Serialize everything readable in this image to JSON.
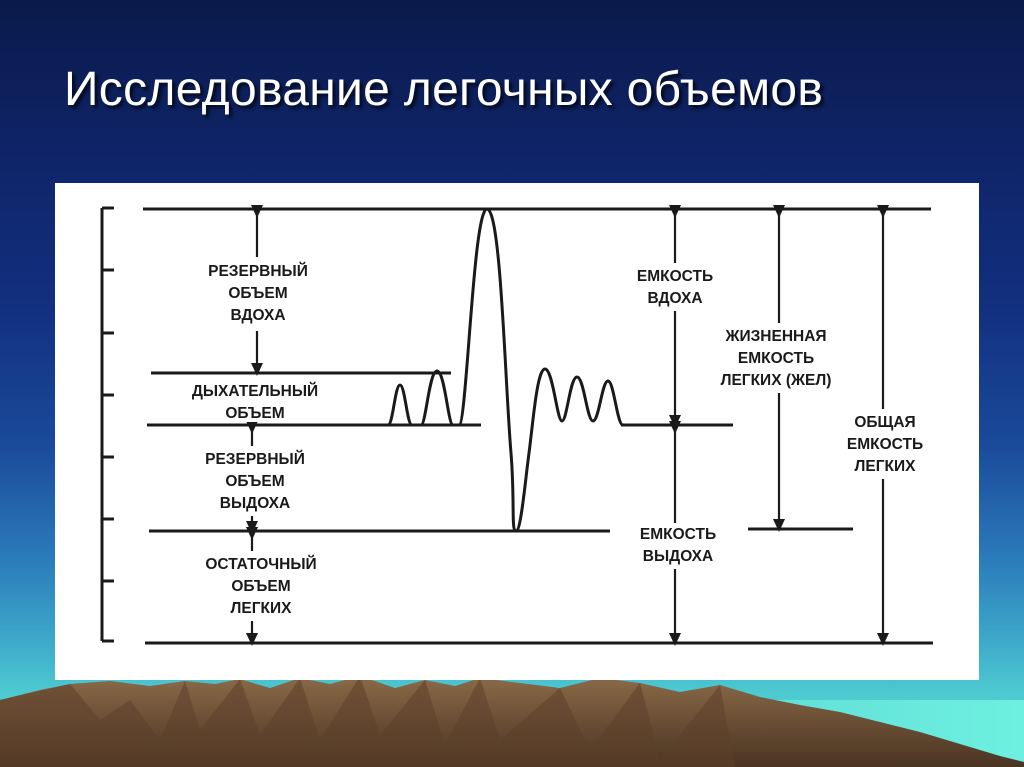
{
  "title": "Исследование легочных объемов",
  "colors": {
    "sky_top": "#0a1a4a",
    "sky_bottom": "#62e0d8",
    "panel": "#ffffff",
    "ink": "#1a1a1a",
    "mountain": "#7a5a3a",
    "title_text": "#ffffff"
  },
  "diagram": {
    "labels": {
      "reserve_inspiratory": [
        "РЕЗЕРВНЫЙ",
        "ОБЪЕМ",
        "ВДОХА"
      ],
      "tidal": [
        "ДЫХАТЕЛЬНЫЙ",
        "ОБЪЕМ"
      ],
      "reserve_expiratory": [
        "РЕЗЕРВНЫЙ",
        "ОБЪЕМ",
        "ВЫДОХА"
      ],
      "residual": [
        "ОСТАТОЧНЫЙ",
        "ОБЪЕМ",
        "ЛЕГКИХ"
      ],
      "inspiratory_capacity": [
        "ЕМКОСТЬ",
        "ВДОХА"
      ],
      "vital_capacity": [
        "ЖИЗНЕННАЯ",
        "ЕМКОСТЬ",
        "ЛЕГКИХ (ЖЕЛ)"
      ],
      "expiratory_capacity": [
        "ЕМКОСТЬ",
        "ВЫДОХА"
      ],
      "total_capacity": [
        "ОБЩАЯ",
        "ЕМКОСТЬ",
        "ЛЕГКИХ"
      ]
    }
  }
}
